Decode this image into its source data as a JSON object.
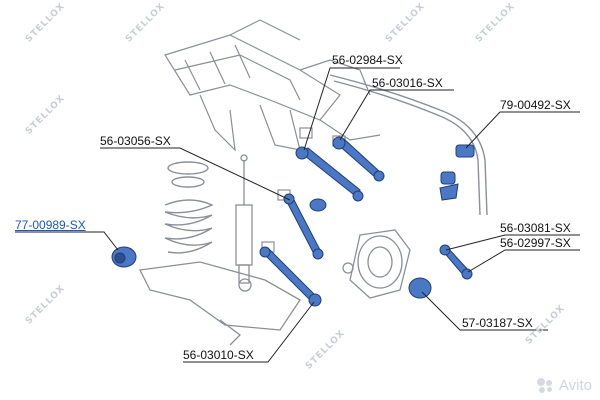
{
  "labels": {
    "l77": "77-00989-SX",
    "l56_02984": "56-02984-SX",
    "l56_03016": "56-03016-SX",
    "l79": "79-00492-SX",
    "l56_03056": "56-03056-SX",
    "l56_03081": "56-03081-SX",
    "l56_02997": "56-02997-SX",
    "l57": "57-03187-SX",
    "l56_03010": "56-03010-SX"
  },
  "watermark": {
    "brand": "STELLOX"
  },
  "corner_logo": {
    "text": "Avito"
  },
  "colors": {
    "line": "#222222",
    "part_fill": "#4a78c4",
    "part_stroke": "#1f3f7a",
    "sketch": "#8a8f98",
    "highlight": "#1a56c8"
  }
}
